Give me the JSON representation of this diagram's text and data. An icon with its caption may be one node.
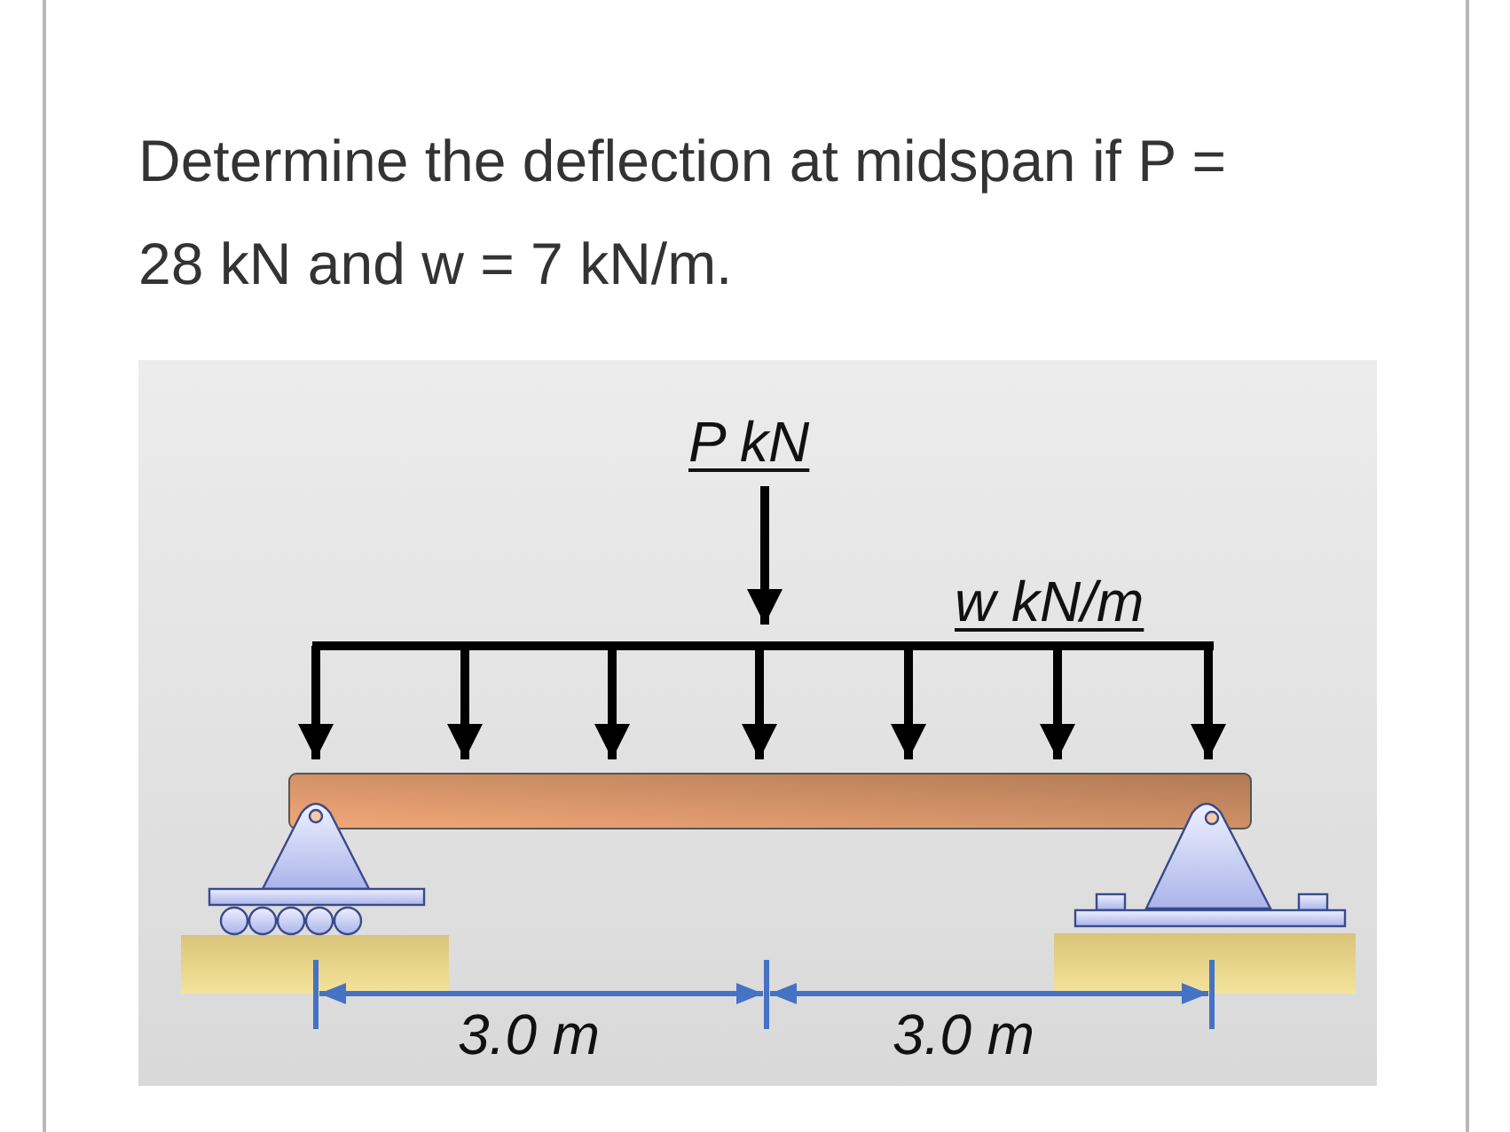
{
  "diagram": {
    "title": "Determine the deflection at midspan if P = 28 kN and w = 7 kN/m.",
    "labels": [
      "P kN",
      "w kN/m",
      "3.0 m",
      "3.0 m"
    ]
  }
}
